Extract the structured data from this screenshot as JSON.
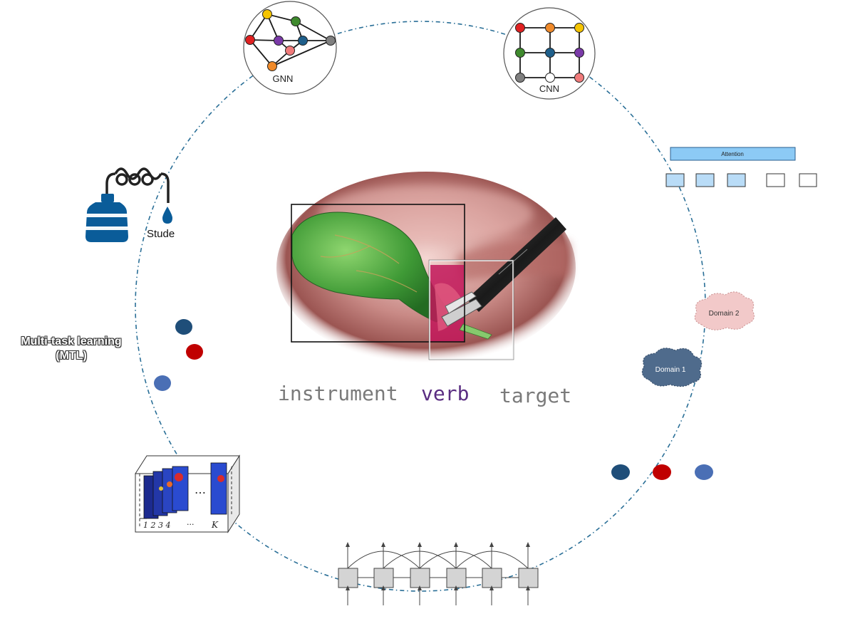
{
  "labels": {
    "gnn": "GNN",
    "cnn": "CNN",
    "attention": "Attention",
    "student": "Stude",
    "mtl_line1": "Multi-task learning",
    "mtl_line2": "(MTL)",
    "domain1": "Domain 1",
    "domain2": "Domain 2",
    "instrument": "instrument",
    "verb": "verb",
    "target": "target",
    "tensor_axis": "1 2 3 4",
    "tensor_dots": "···",
    "tensor_k": "K",
    "tensor_mid_dots": "…"
  },
  "colors": {
    "circle": "#2a6f97",
    "verb": "#5a2d82",
    "gray_text": "#7a7a7a",
    "dot_navy": "#1f4e79",
    "dot_red": "#c00000",
    "dot_blue": "#4a6fb5",
    "bottle": "#0a5c99",
    "attention_fill": "#8ccaf5",
    "domain1_fill": "#4f6b8c",
    "domain2_fill": "#f2c9c9"
  }
}
